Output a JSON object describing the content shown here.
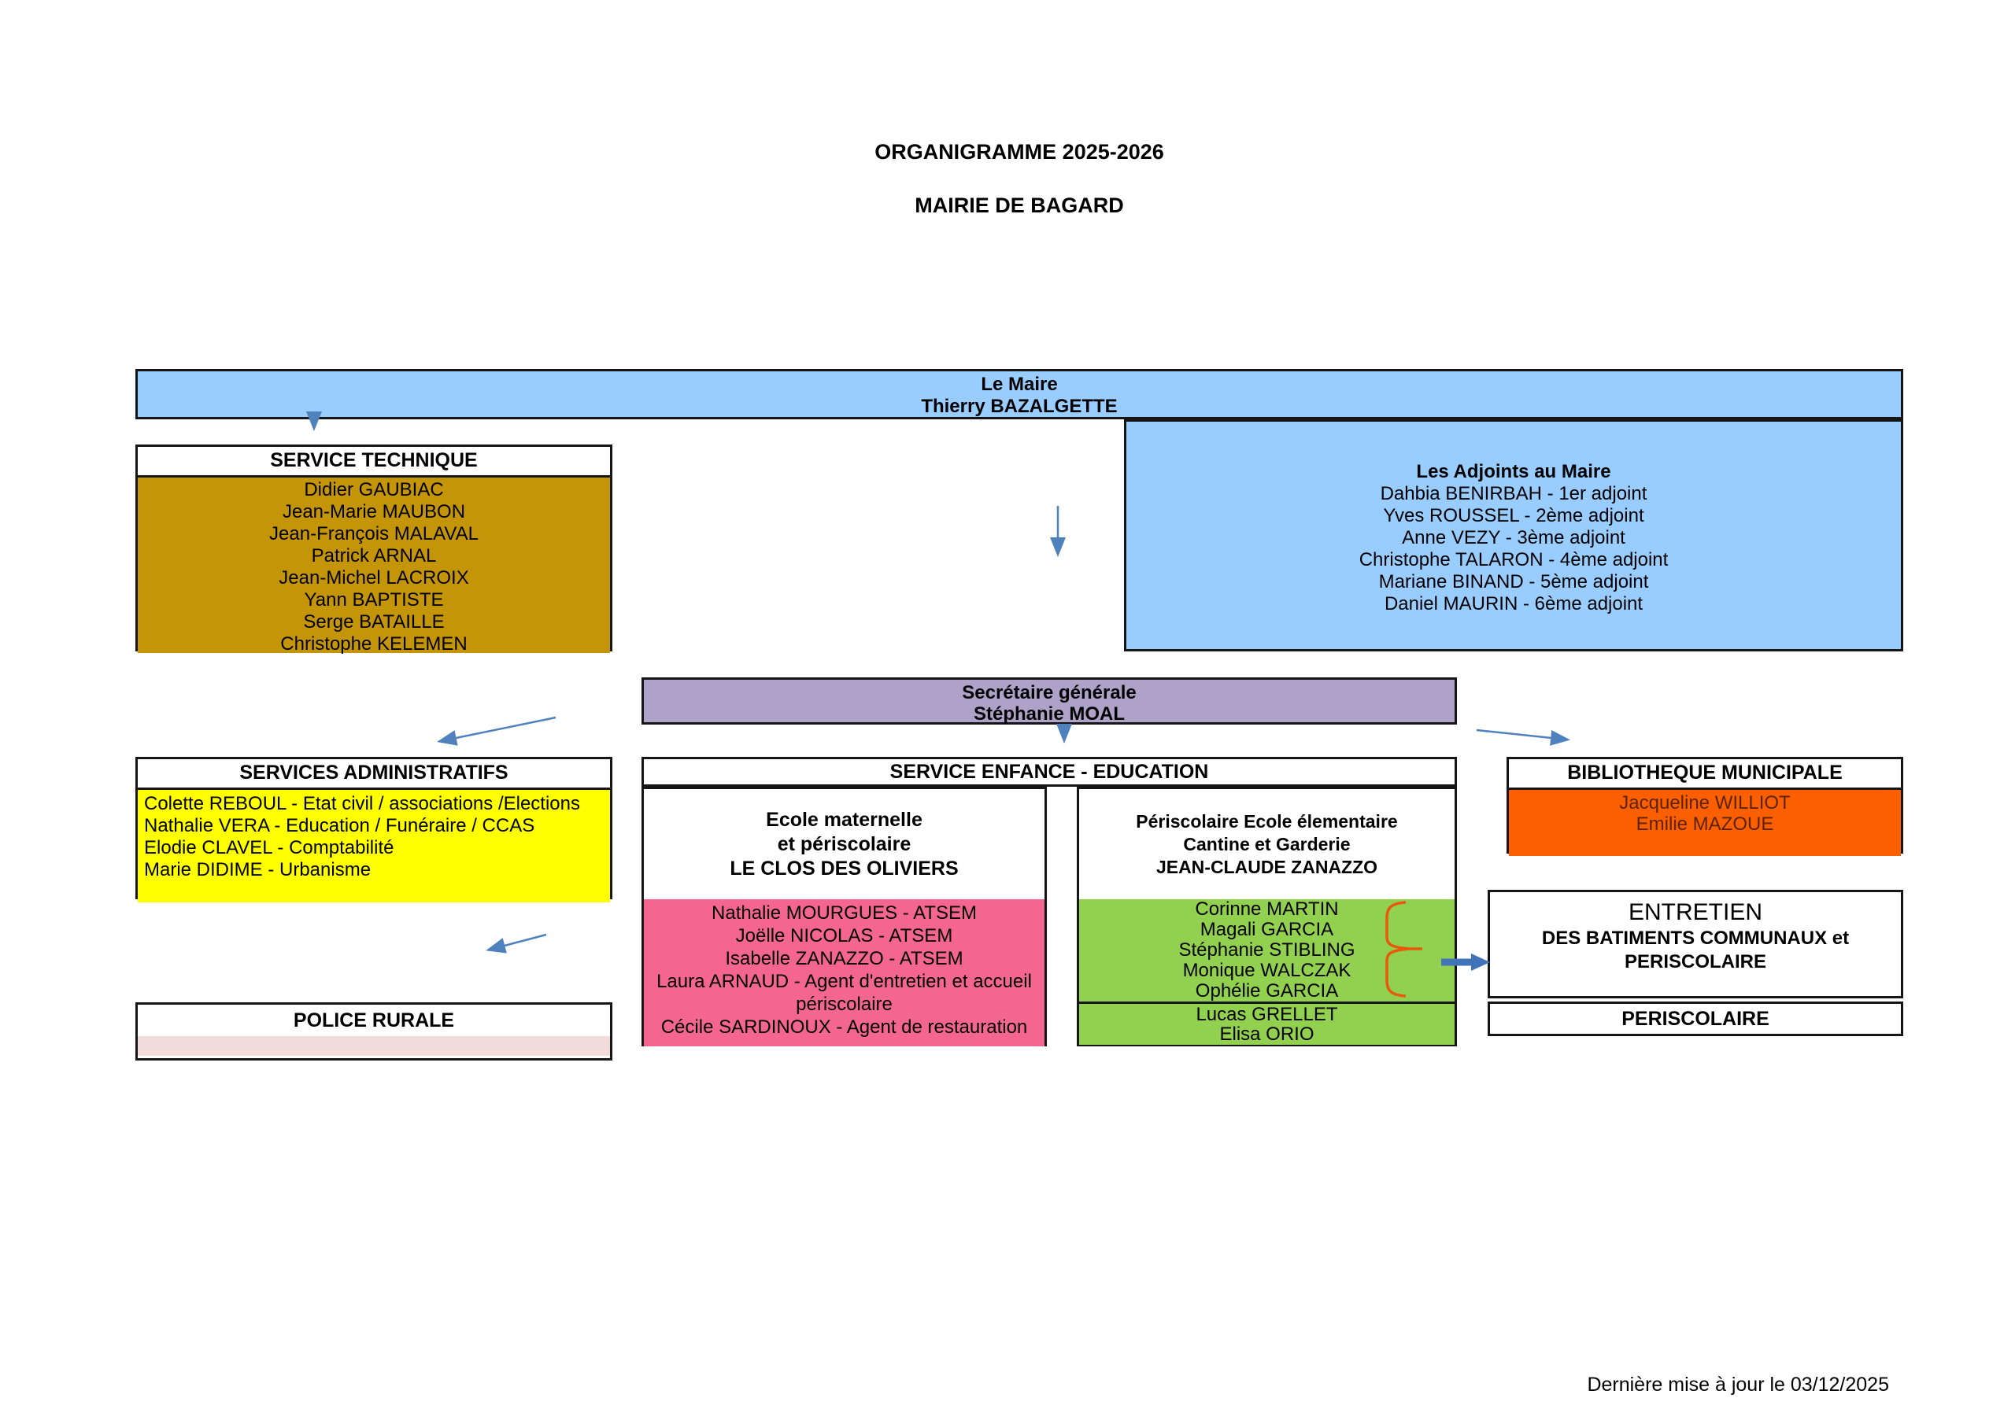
{
  "titles": {
    "line1": "ORGANIGRAMME 2025-2026",
    "line2": "MAIRIE DE BAGARD"
  },
  "maire": {
    "title": "Le Maire",
    "name": "Thierry BAZALGETTE"
  },
  "service_technique": {
    "title": "SERVICE TECHNIQUE",
    "members": [
      "Didier GAUBIAC",
      "Jean-Marie MAUBON",
      "Jean-François MALAVAL",
      "Patrick ARNAL",
      "Jean-Michel LACROIX",
      "Yann BAPTISTE",
      "Serge BATAILLE",
      "Christophe KELEMEN"
    ]
  },
  "adjoints": {
    "title": "Les Adjoints au Maire",
    "members": [
      "Dahbia BENIRBAH - 1er adjoint",
      "Yves ROUSSEL - 2ème adjoint",
      "Anne VEZY - 3ème adjoint",
      "Christophe TALARON - 4ème adjoint",
      "Mariane BINAND - 5ème adjoint",
      "Daniel MAURIN - 6ème adjoint"
    ]
  },
  "secretaire": {
    "title": "Secrétaire générale",
    "name": "Stéphanie MOAL"
  },
  "services_administratifs": {
    "title": "SERVICES ADMINISTRATIFS",
    "members": [
      "Colette REBOUL - Etat civil / associations /Elections",
      "Nathalie VERA - Education / Funéraire / CCAS",
      "Elodie CLAVEL - Comptabilité",
      "Marie DIDIME - Urbanisme"
    ]
  },
  "enfance": {
    "title": "SERVICE ENFANCE - EDUCATION",
    "maternelle": {
      "heading": [
        "Ecole maternelle",
        "et périscolaire",
        "LE CLOS DES OLIVIERS"
      ],
      "members": [
        "Nathalie MOURGUES - ATSEM",
        "Joëlle NICOLAS - ATSEM",
        "Isabelle ZANAZZO - ATSEM",
        "Laura ARNAUD - Agent d'entretien et accueil périscolaire",
        "Cécile SARDINOUX - Agent de restauration"
      ]
    },
    "periscolaire": {
      "heading": [
        "Périscolaire Ecole élementaire",
        "Cantine et Garderie",
        "JEAN-CLAUDE ZANAZZO"
      ],
      "members": [
        "Corinne MARTIN",
        "Magali GARCIA",
        "Stéphanie STIBLING",
        "Monique WALCZAK",
        "Ophélie GARCIA"
      ],
      "members2": [
        "Lucas GRELLET",
        "Elisa ORIO"
      ]
    }
  },
  "bibliotheque": {
    "title": "BIBLIOTHEQUE MUNICIPALE",
    "members": [
      "Jacqueline WILLIOT",
      "Emilie MAZOUE"
    ]
  },
  "entretien": {
    "line1": "ENTRETIEN",
    "line2": "DES BATIMENTS COMMUNAUX et",
    "line3": "PERISCOLAIRE"
  },
  "periscolaire_secondary": {
    "title": "PERISCOLAIRE"
  },
  "police": {
    "title": "POLICE RURALE"
  },
  "footer": {
    "updated": "Dernière mise à jour le 03/12/2025"
  },
  "colors": {
    "blue": "#99ccff",
    "gold": "#c49508",
    "yellow": "#ffff00",
    "purple": "#afa2c8",
    "pink": "#f4668f",
    "green": "#92d050",
    "orange": "#fb5f00",
    "pale_pink": "#f2dcdb",
    "biblio_text": "#5b2300",
    "arrow_blue": "#4f81bd",
    "thick_blue": "#4173b8",
    "brace_orange": "#e8590c"
  }
}
